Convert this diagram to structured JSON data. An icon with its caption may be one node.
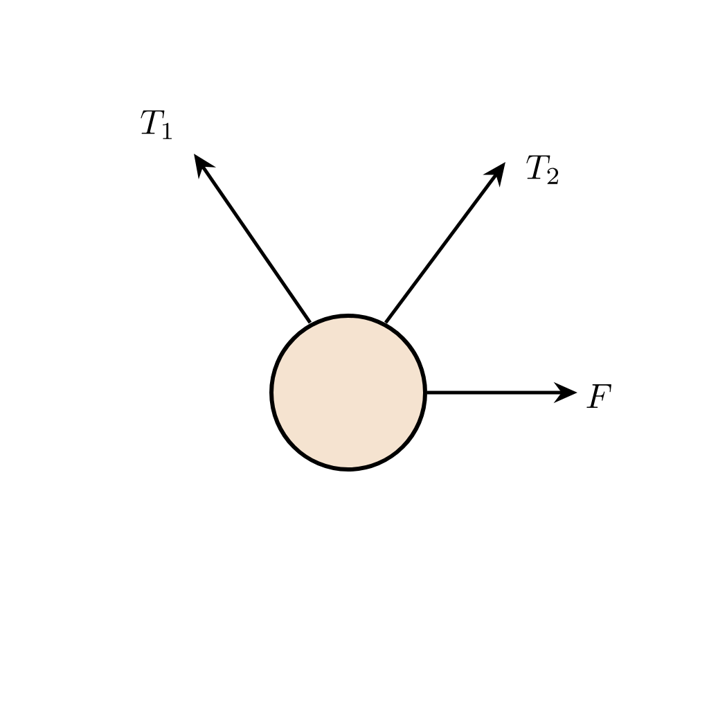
{
  "diagram": {
    "nodes": [
      {
        "text": [],
        "shape": "circle"
      }
    ],
    "labels": [
      "T_1",
      "T_2",
      "F"
    ]
  }
}
